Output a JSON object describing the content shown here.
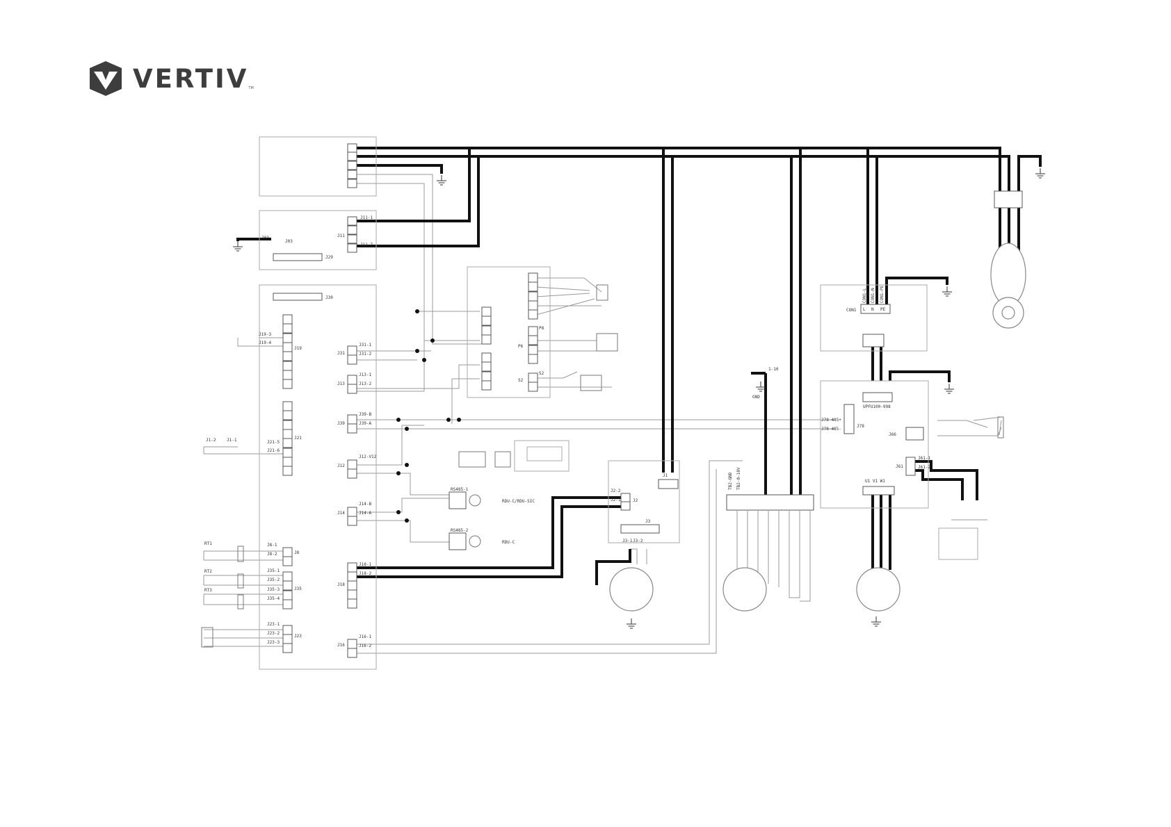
{
  "brand": {
    "name": "VERTIV",
    "tm": "TM"
  },
  "main_board": {
    "j03": "J03",
    "j03b": "J03",
    "j11": "J11",
    "j11_1": "J11-1",
    "j11_7": "J11-7",
    "j29": "J29",
    "j30": "J30",
    "j19": "J19",
    "j19_3": "J19-3",
    "j19_4": "J19-4",
    "j31": "J31",
    "j31_1": "J31-1",
    "j31_2": "J31-2",
    "j13": "J13",
    "j13_1": "J13-1",
    "j13_2": "J13-2",
    "j39": "J39",
    "j39_b": "J39-B",
    "j39_a": "J39-A",
    "j21": "J21",
    "j21_5": "J21-5",
    "j21_6": "J21-6",
    "j12": "J12",
    "j12_v": "J12-V12",
    "j14": "J14",
    "j14_b": "J14-B",
    "j14_a": "J14-A",
    "j8": "J8",
    "j8_1": "J8-1",
    "j8_2": "J8-2",
    "j35": "J35",
    "j35_1": "J35-1",
    "j35_2": "J35-2",
    "j35_3": "J35-3",
    "j35_4": "J35-4",
    "j18": "J18",
    "j18_1": "J18-1",
    "j18_2": "J18-2",
    "j23": "J23",
    "j23_1": "J23-1",
    "j23_2": "J23-2",
    "j23_3": "J23-3",
    "j16": "J16",
    "j16_1": "J16-1",
    "j16_2": "J16-2",
    "j1_2": "J1-2",
    "j1_1": "J1-1",
    "rt1": "RT1",
    "rt2": "RT2",
    "rt3": "RT3"
  },
  "components": {
    "p8": "P8",
    "p6": "P6",
    "s2": "S2",
    "s2b": "S2",
    "rs485_1": "RS485-1",
    "rs485_2": "RS485-2",
    "rdu_1": "RDU-C/RDU-SIC",
    "rdu_2": "RDU-C",
    "j2": "J2",
    "j2_2": "J2-2",
    "j2_1": "J2-1",
    "j3": "J3",
    "j3_1": "J3-1",
    "j3_2": "J3-2",
    "j1": "J1",
    "tb2_gnd": "TB2-GND",
    "tb2_v": "TB2-0-10V",
    "gnd": "GND",
    "v10": "1-10"
  },
  "right_side": {
    "con1": "CON1",
    "con1_l": "CON1-L",
    "con1_n": "CON1-N",
    "con1_pe": "CON1-PE",
    "upfu": "UPFU100-998",
    "j78_485_p": "J78-485+",
    "j78_485_m": "J78-485-",
    "j78": "J78",
    "j66": "J66",
    "j61": "J61",
    "j61_1": "J61-1",
    "j61_2": "J61-2",
    "uvw": "U1 V1 W1",
    "l": "L",
    "n": "N",
    "pe": "PE"
  }
}
